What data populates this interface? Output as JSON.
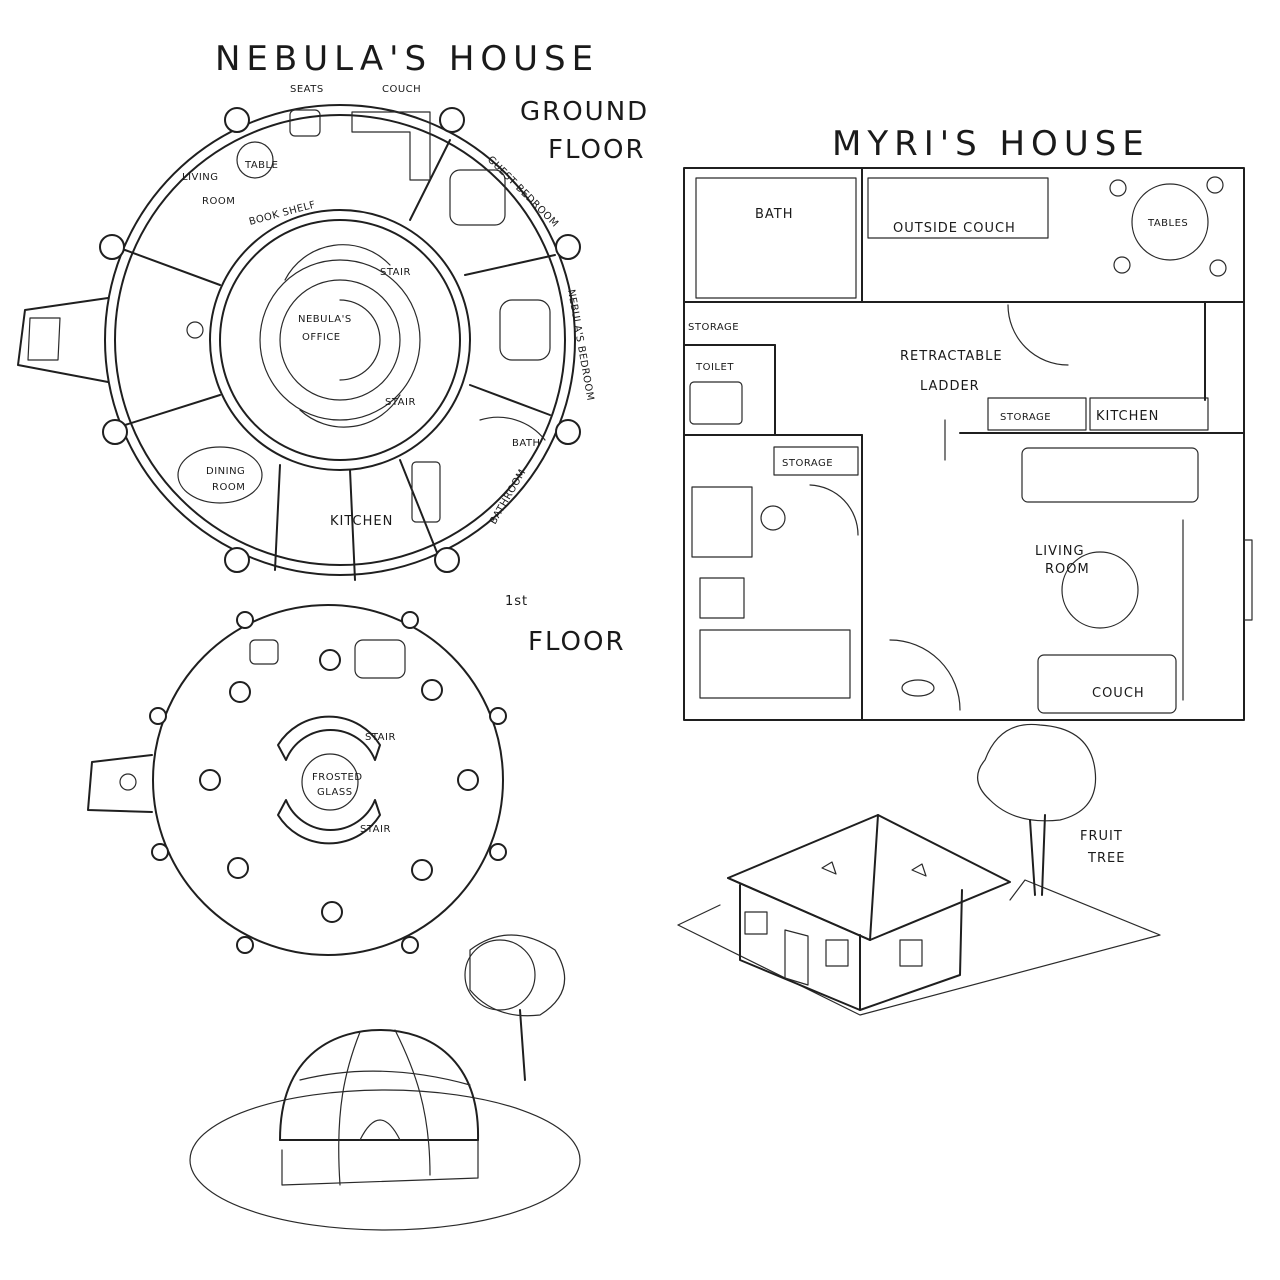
{
  "nebula": {
    "title": "NEBULA'S HOUSE",
    "ground_floor_label_1": "GROUND",
    "ground_floor_label_2": "FLOOR",
    "first_floor_label_1": "1st",
    "first_floor_label_2": "FLOOR",
    "rooms": {
      "seats": "SEATS",
      "couch": "COUCH",
      "table": "TABLE",
      "living_room_1": "LIVING",
      "living_room_2": "ROOM",
      "book_shelf": "BOOK SHELF",
      "guest_bedroom": "GUEST BEDROOM",
      "stair_top": "STAIR",
      "stair_bottom": "STAIR",
      "office_1": "NEBULA'S",
      "office_2": "OFFICE",
      "nebulas_bedroom": "NEBULA'S BEDROOM",
      "bath": "BATH",
      "bathroom": "BATHROOM",
      "dining_1": "DINING",
      "dining_2": "ROOM",
      "kitchen": "KITCHEN",
      "frosted_1": "FROSTED",
      "frosted_2": "GLASS",
      "stair_f1_top": "STAIR",
      "stair_f1_bottom": "STAIR"
    }
  },
  "myri": {
    "title": "MYRI'S HOUSE",
    "rooms": {
      "bath": "BATH",
      "outside_couch": "OUTSIDE COUCH",
      "tables": "TABLES",
      "storage_1": "STORAGE",
      "toilet": "TOILET",
      "ladder_1": "RETRACTABLE",
      "ladder_2": "LADDER",
      "storage_2": "STORAGE",
      "kitchen": "KITCHEN",
      "storage_3": "STORAGE",
      "living_1": "LIVING",
      "living_2": "ROOM",
      "couch": "COUCH",
      "fruit_1": "FRUIT",
      "fruit_2": "TREE"
    }
  }
}
